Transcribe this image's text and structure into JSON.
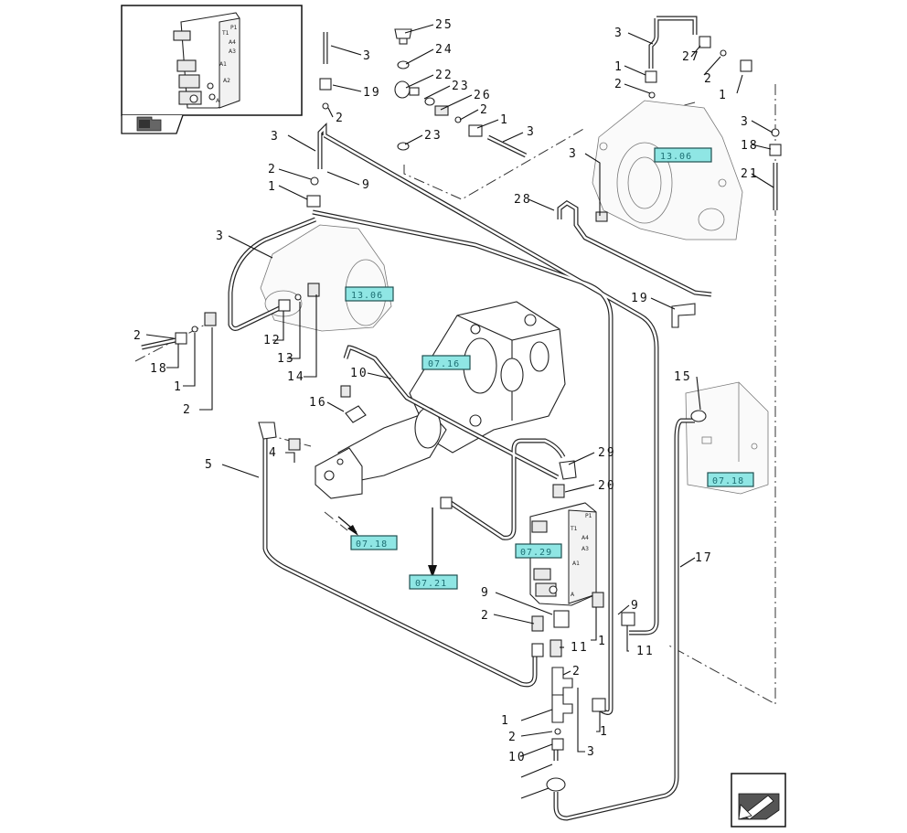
{
  "inset": {
    "ports": [
      "P1",
      "T1",
      "A4",
      "A3",
      "A1",
      "A",
      "A2"
    ]
  },
  "references": [
    {
      "id": "ref-1306",
      "text": "13.06"
    },
    {
      "id": "ref-1306-front",
      "text": "13.06"
    },
    {
      "id": "ref-0716",
      "text": "07.16"
    },
    {
      "id": "ref-0718-right",
      "text": "07.18"
    },
    {
      "id": "ref-0729",
      "text": "07.29"
    },
    {
      "id": "ref-0718-left",
      "text": "07.18"
    },
    {
      "id": "ref-0721",
      "text": "07.21"
    }
  ],
  "valve_block_ports": [
    "P1",
    "T1",
    "A4",
    "A3",
    "A1",
    "A"
  ],
  "callouts": [
    {
      "id": "c1",
      "text": "25"
    },
    {
      "id": "c2",
      "text": "24"
    },
    {
      "id": "c3",
      "text": "22"
    },
    {
      "id": "c4",
      "text": "23"
    },
    {
      "id": "c5",
      "text": "26"
    },
    {
      "id": "c6",
      "text": "2"
    },
    {
      "id": "c7",
      "text": "1"
    },
    {
      "id": "c8",
      "text": "3"
    },
    {
      "id": "c9",
      "text": "23"
    },
    {
      "id": "c10",
      "text": "3"
    },
    {
      "id": "c11",
      "text": "19"
    },
    {
      "id": "c12",
      "text": "2"
    },
    {
      "id": "c13",
      "text": "3"
    },
    {
      "id": "c14",
      "text": "2"
    },
    {
      "id": "c15",
      "text": "1"
    },
    {
      "id": "c16",
      "text": "9"
    },
    {
      "id": "c17",
      "text": "3"
    },
    {
      "id": "c18",
      "text": "1"
    },
    {
      "id": "c19",
      "text": "2"
    },
    {
      "id": "c20",
      "text": "27"
    },
    {
      "id": "c21",
      "text": "2"
    },
    {
      "id": "c22",
      "text": "1"
    },
    {
      "id": "c23",
      "text": "3"
    },
    {
      "id": "c24",
      "text": "18"
    },
    {
      "id": "c25",
      "text": "21"
    },
    {
      "id": "c26",
      "text": "3"
    },
    {
      "id": "c27",
      "text": "28"
    },
    {
      "id": "c28",
      "text": "3"
    },
    {
      "id": "c29",
      "text": "19"
    },
    {
      "id": "c30",
      "text": "2"
    },
    {
      "id": "c31",
      "text": "18"
    },
    {
      "id": "c32",
      "text": "1"
    },
    {
      "id": "c33",
      "text": "2"
    },
    {
      "id": "c34",
      "text": "12"
    },
    {
      "id": "c35",
      "text": "13"
    },
    {
      "id": "c36",
      "text": "14"
    },
    {
      "id": "c37",
      "text": "10"
    },
    {
      "id": "c38",
      "text": "16"
    },
    {
      "id": "c39",
      "text": "15"
    },
    {
      "id": "c40",
      "text": "5"
    },
    {
      "id": "c41",
      "text": "4"
    },
    {
      "id": "c42",
      "text": "29"
    },
    {
      "id": "c43",
      "text": "20"
    },
    {
      "id": "c44",
      "text": "17"
    },
    {
      "id": "c45",
      "text": "9"
    },
    {
      "id": "c46",
      "text": "2"
    },
    {
      "id": "c47",
      "text": "1"
    },
    {
      "id": "c48",
      "text": "9"
    },
    {
      "id": "c49",
      "text": "11"
    },
    {
      "id": "c50",
      "text": "11"
    },
    {
      "id": "c51",
      "text": "2"
    },
    {
      "id": "c52",
      "text": "1"
    },
    {
      "id": "c53",
      "text": "2"
    },
    {
      "id": "c54",
      "text": "1"
    },
    {
      "id": "c55",
      "text": "3"
    },
    {
      "id": "c56",
      "text": "10"
    }
  ]
}
